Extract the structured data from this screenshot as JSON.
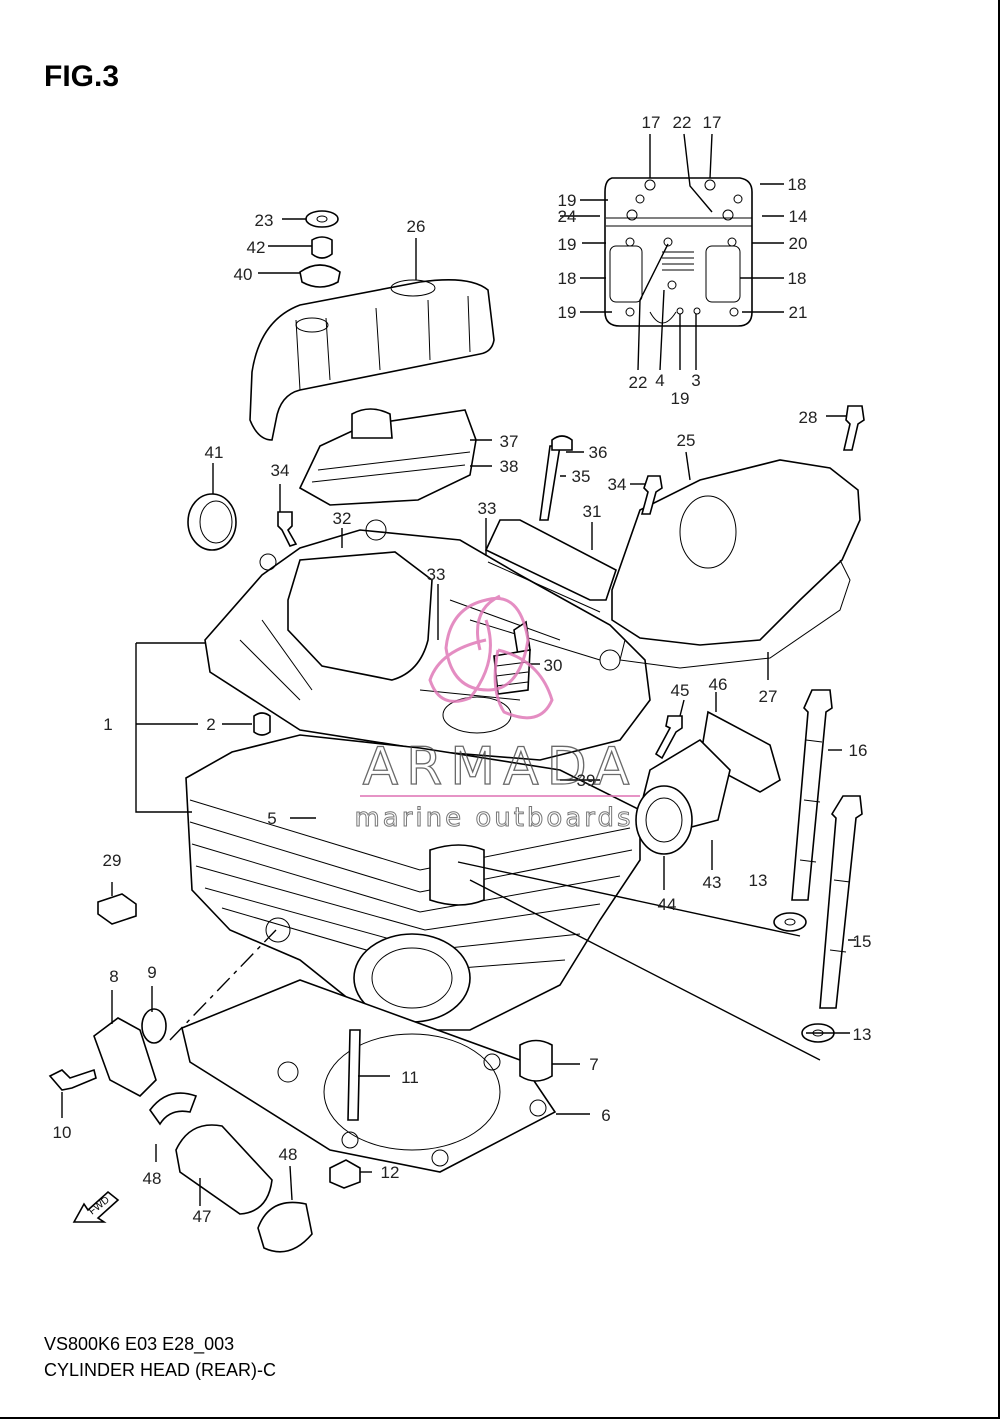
{
  "figure": {
    "title": "FIG.3",
    "model_code": "VS800K6 E03 E28_003",
    "caption": "CYLINDER HEAD (REAR)-C"
  },
  "watermark": {
    "brand": "ARMADA",
    "tagline": "marine outboards",
    "logo_color": "#e07ab8"
  },
  "fwd_label": "FWD",
  "callouts": [
    "1",
    "2",
    "3",
    "4",
    "5",
    "6",
    "7",
    "8",
    "9",
    "10",
    "11",
    "12",
    "13",
    "13",
    "14",
    "15",
    "16",
    "17",
    "17",
    "18",
    "18",
    "18",
    "19",
    "19",
    "19",
    "19",
    "20",
    "21",
    "22",
    "22",
    "23",
    "24",
    "25",
    "26",
    "27",
    "28",
    "29",
    "30",
    "31",
    "32",
    "33",
    "33",
    "34",
    "34",
    "35",
    "36",
    "37",
    "38",
    "39",
    "40",
    "41",
    "42",
    "43",
    "44",
    "45",
    "46",
    "47",
    "48",
    "48"
  ]
}
